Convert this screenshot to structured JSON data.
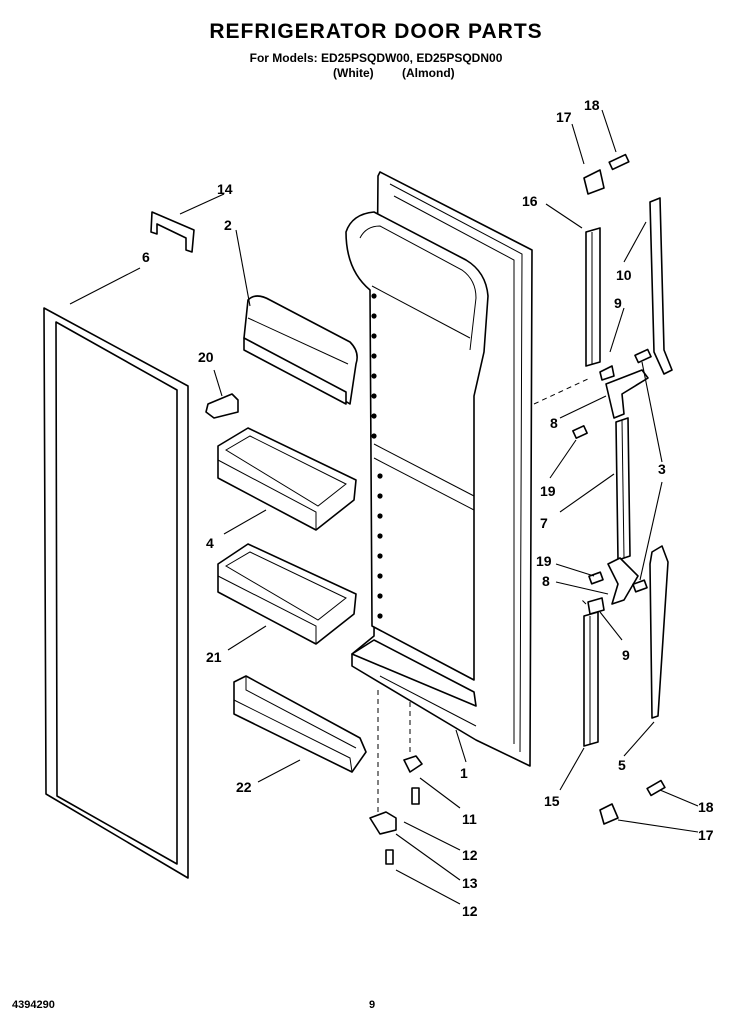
{
  "header": {
    "title": "REFRIGERATOR DOOR PARTS",
    "subtitle": "For Models: ED25PSQDW00, ED25PSQDN00",
    "variant_white": "(White)",
    "variant_almond": "(Almond)"
  },
  "footer": {
    "doc_number": "4394290",
    "page_number": "9"
  },
  "callouts": {
    "c1": "1",
    "c2": "2",
    "c3": "3",
    "c4": "4",
    "c5": "5",
    "c6": "6",
    "c7": "7",
    "c8a": "8",
    "c8b": "8",
    "c9a": "9",
    "c9b": "9",
    "c10": "10",
    "c11": "11",
    "c12a": "12",
    "c12b": "12",
    "c13": "13",
    "c14": "14",
    "c15": "15",
    "c16": "16",
    "c17a": "17",
    "c17b": "17",
    "c18a": "18",
    "c18b": "18",
    "c19a": "19",
    "c19b": "19",
    "c20": "20",
    "c21": "21",
    "c22": "22"
  }
}
